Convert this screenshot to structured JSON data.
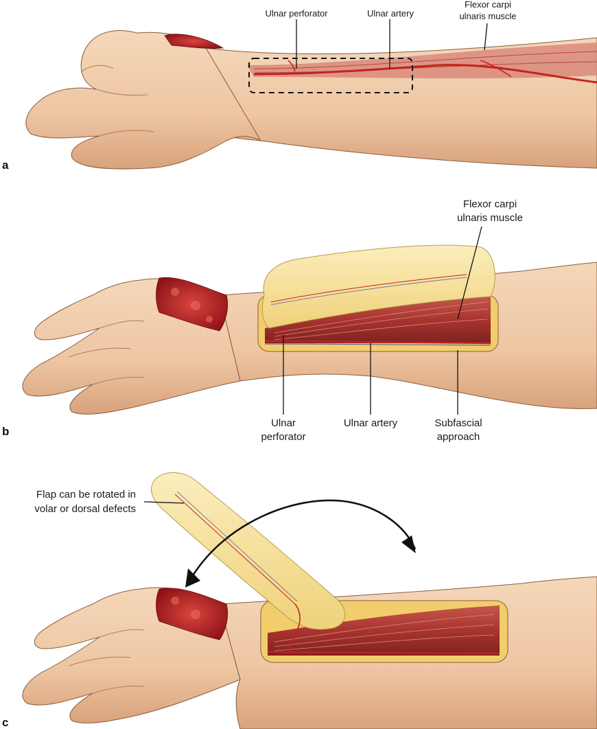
{
  "colors": {
    "skin": "#f0cfae",
    "skin_shadow": "#c58f6a",
    "skin_outline": "#7a4a2e",
    "wound": "#a3161c",
    "wound_highlight": "#d9453d",
    "muscle": "#b8433c",
    "muscle_light": "#d98a7c",
    "artery": "#c4221d",
    "fat_flap": "#f3dc8e",
    "fat_highlight": "#fbf0c4",
    "vein": "#5a5ea8"
  },
  "panels": {
    "a": {
      "letter": "a",
      "labels": {
        "ulnar_perforator": "Ulnar perforator",
        "ulnar_artery": "Ulnar artery",
        "fcu_line1": "Flexor carpi",
        "fcu_line2": "ulnaris muscle"
      }
    },
    "b": {
      "letter": "b",
      "labels": {
        "fcu_line1": "Flexor carpi",
        "fcu_line2": "ulnaris muscle",
        "ulnar_perforator_line1": "Ulnar",
        "ulnar_perforator_line2": "perforator",
        "ulnar_artery": "Ulnar artery",
        "subfascial_line1": "Subfascial",
        "subfascial_line2": "approach"
      }
    },
    "c": {
      "letter": "c",
      "labels": {
        "rotation_line1": "Flap can be rotated in",
        "rotation_line2": "volar or dorsal defects"
      }
    }
  }
}
